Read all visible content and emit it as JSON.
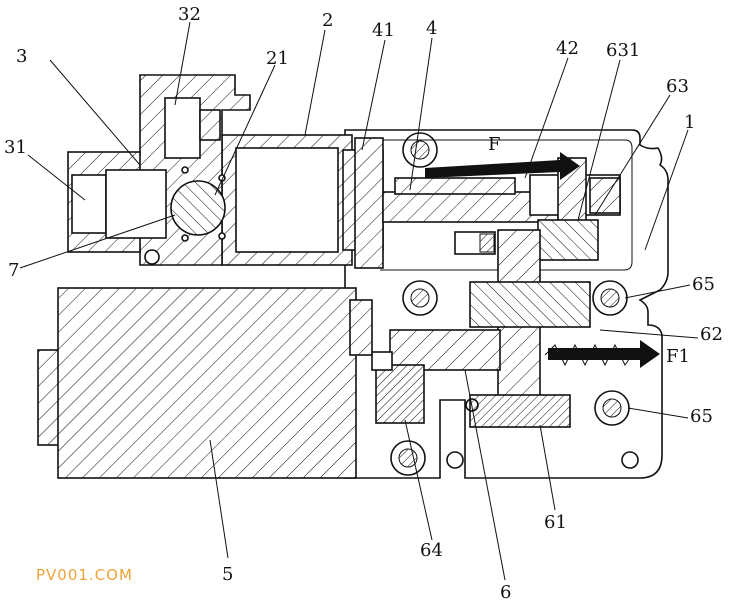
{
  "labels": {
    "l32": "32",
    "l2": "2",
    "l41": "41",
    "l4": "4",
    "l3": "3",
    "l21": "21",
    "l42": "42",
    "l631": "631",
    "l63": "63",
    "l1": "1",
    "l31": "31",
    "l7": "7",
    "l65a": "65",
    "l62": "62",
    "l65b": "65",
    "l61": "61",
    "l64": "64",
    "l5": "5",
    "l6": "6"
  },
  "forces": {
    "f": "F",
    "f1": "F1"
  },
  "watermark": "PV001.COM"
}
